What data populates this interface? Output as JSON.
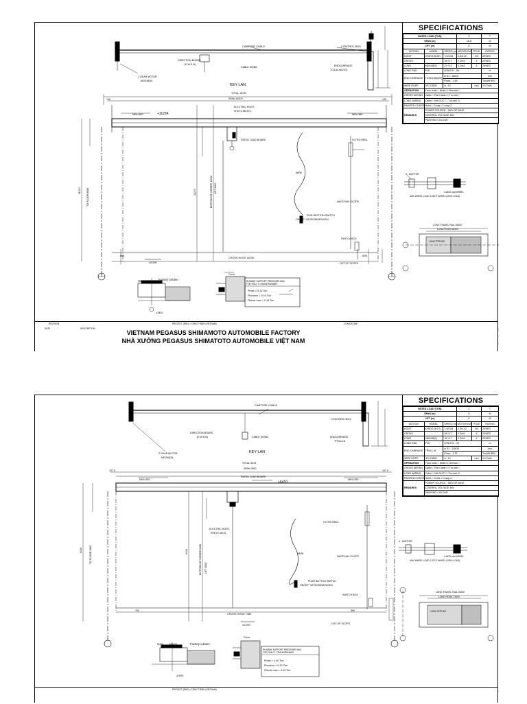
{
  "sheets": [
    {
      "specs": {
        "title": "SPECIFICATIONS",
        "rated_load": {
          "label": "RATED LOAD (TON)",
          "value": "3",
          "unit": "T"
        },
        "span": {
          "label": "SPAN (m)",
          "value": "18.6",
          "unit": "M"
        },
        "lift": {
          "label": "LIFT (m)",
          "value": "6",
          "unit": "M"
        },
        "motion_head": [
          "MOTION",
          "MODEL",
          "SPEED (m/min)",
          "MOTOR KW/RPM",
          "POLE",
          "RATING"
        ],
        "motions": [
          [
            "HOIST",
            "KHEY2.5KHD",
            "7.0/0.84",
            "3.3/0.42",
            "4/4",
            "25%ED"
          ],
          [
            "CROSS",
            "",
            "18~5.7",
            "0.34x1",
            "4",
            "25%ED"
          ],
          [
            "LONG",
            "MDG48(S)",
            "21~5.3",
            "0.34x2",
            "4",
            "25%ED"
          ]
        ],
        "long_rail": {
          "label": "LONG RAIL",
          "model": "P18",
          "length": "LENGTH : 84",
          "unit": "m"
        },
        "end_carriage": {
          "label": "END CARRIAGE",
          "model": "TCS18-38(220)",
          "dia": "ø D1 : 160x0",
          "unit": "mm",
          "pmax": "Pmax : 1.65",
          "pmax_unit": "Ton/WHEEL"
        },
        "wire_rope": {
          "label": "WIRE ROPE",
          "model": "JIS G3525",
          "dia": "ø : 10",
          "unit": "mm",
          "fold": "2/1 Falls"
        },
        "operation": {
          "label": "OPERATION",
          "options": "From hoist □   Mobil ☑   Remote □"
        },
        "cross_wiring": {
          "label": "CROSS WIRING",
          "options": "Cable □   Flat Cable ☑   Tro-reel □"
        },
        "long_wiring": {
          "label": "LONG WIRING",
          "options": "Cable □   NH-DUCT □   Tro-reel ☑"
        },
        "painted": {
          "label": "PAINTED CONTROL",
          "options": "Hoist □   Cross ☑   Long ☑"
        },
        "remarks": {
          "label": "REMARKS",
          "lines": [
            "POWER SOURCE : 380V-3P-50HZ",
            "CONTROL VOLTAGE 48V",
            "PAINTING COLOUR"
          ]
        }
      },
      "labels": {
        "cabtyre": "CABTYRE CABLE",
        "control_box": "CONTROL BOX",
        "direction_board": "DIRECTION BOARD",
        "direction_board_sub": "(E.W.S.N)",
        "cable_mobil": "CABLE MOBIL",
        "endcarriage": "ENDCARRIAGE",
        "endcarriage_model": "TCS18-38(220)",
        "gear_motor": "2 GEAR MOTOR",
        "gear_motor_model": "MDG48(S)",
        "key_lan": "KEY LAN",
        "total": "TOTAL 18700",
        "span": "SPAN 18300",
        "min_left": "MIN=380",
        "min_right": "MIN=380",
        "level": "+11224",
        "electric_hoist": "ELECTRIC HOIST",
        "electric_hoist_model": "KHEY2.5KHCS",
        "rated_load_board": "RATED LOAD BOARD",
        "hi_tro_reel": "HI-TRO REEL",
        "wire": "WIRE",
        "nagoyaki": "NAGOYAKI SCOPE",
        "push_button": "PUSH BUTTON SWITCH",
        "push_button_sub": "ON/OFF /UP/DOWN/E/W/S/N",
        "switch_box": "SWITCH BOX",
        "cross_hook": "CROSS HOOK 16750",
        "out_of_scope": "OUT OF SCOPE",
        "zero": "±0.000",
        "to_floor": "TO FLOOR 9888",
        "bottom_girder": "BOTTOM OF GIRDER 10038",
        "lift": "LIFT 9000",
        "height_total": "11224",
        "dim_660": "660",
        "dim_1505": "1505",
        "dim_145_left": "145",
        "dim_145_right": "145",
        "buffer": "4 - BUFFER",
        "wheel_note": "4-ø160 cold WHEEL",
        "wheel_load": "MAX WHEEL LOAD 1.65T/1 WHEEL (100% LOAD)",
        "long_travel_rail": "LONG TRAVEL RAIL 84300",
        "long_hook": "LONG HOOK 82200",
        "long_stroke": "LONG STROKE",
        "factory_column": "Factory column",
        "m_label": "M600.M500",
        "anchor": "4-M20",
        "support_title": "RUNWAY SUPPORT PRESSURE MAX",
        "support_sub": "FOR ONLY 1 CRANE/RUNWAY",
        "p_max": "Pmax = 5.10 Ton",
        "p_h": "Phorizon = 0.24 Ton",
        "p_s": "Pblock max = 0.19 Ton",
        "force": "Force"
      },
      "title_block": {
        "project_cap": "PROJECT (ENG) / CÔNG TRÌNH (VIETNAM)",
        "line1": "VIETNAM PEGASUS SHIMAMOTO AUTOMOBILE FACTORY",
        "line2": "NHÀ XƯỞNG PEGASUS SHIMATOTO AUTOMOBILE VIỆT NAM",
        "consultant": "CONSULTANT",
        "revision": "REVISION",
        "date": "DATE",
        "desc": "DESCRIPTION"
      }
    },
    {
      "specs": {
        "title": "SPECIFICATIONS",
        "rated_load": {
          "label": "RATED LOAD (TON)",
          "value": "2",
          "unit": "T"
        },
        "span": {
          "label": "SPAN (m)",
          "value": "9",
          "unit": "M"
        },
        "lift": {
          "label": "LIFT (m)",
          "value": "6",
          "unit": "M"
        },
        "motion_head": [
          "MOTION",
          "MODEL",
          "SPEED (m/min)",
          "MOTOR KW/RPM",
          "POLE",
          "RATING"
        ],
        "motions": [
          [
            "HOIST",
            "KHEY2.0KCS",
            "7.0/0.84",
            "3.3/0.42",
            "4/4",
            "25%ED"
          ],
          [
            "CROSS",
            "",
            "18~5.7",
            "0.34x1",
            "4",
            "25%ED"
          ],
          [
            "LONG",
            "MDG48(S)",
            "18~5.7",
            "0.34x2",
            "4",
            "25%ED"
          ]
        ],
        "long_rail": {
          "label": "LONG RAIL",
          "model": "P15",
          "length": "LENGTH : 24",
          "unit": "m"
        },
        "end_carriage": {
          "label": "END CARRIAGE",
          "model": "TP512-18",
          "dia": "ø D1 : 125/30",
          "unit": "mm",
          "pmax": "Pmax : 1.32",
          "pmax_unit": "Ton/WHEEL"
        },
        "wire_rope": {
          "label": "WIRE ROPE",
          "model": "JIS G3525",
          "dia": "ø : 10",
          "unit": "mm",
          "fold": "2/1 Falls"
        },
        "operation": {
          "label": "OPERATION",
          "options": "From hoist □   Mobil ☑   Remote □"
        },
        "cross_wiring": {
          "label": "CROSS WIRING",
          "options": "Cable □   Flat Cable ☑   Tro-reel □"
        },
        "long_wiring": {
          "label": "LONG WIRING",
          "options": "Cable □   NH-DUCT □   Tro-reel ☑"
        },
        "painted": {
          "label": "PAINTED CONTROL",
          "options": "Hoist □   Cross ☑   Long ☑"
        },
        "remarks": {
          "label": "REMARKS",
          "lines": [
            "POWER SOURCE : 380V-3P-50HZ",
            "CONTROL VOLTAGE 48V",
            "PAINTING COLOUR"
          ]
        }
      },
      "labels": {
        "cabtyre": "CABTYRE CABLE",
        "control_box": "CONTROL BOX",
        "direction_board": "DIRECTION BOARD",
        "direction_board_sub": "(E.W.S.N)",
        "cable_mobil": "CABLE MOBIL",
        "endcarriage": "ENDCARRIAGE",
        "endcarriage_model": "TP512-18",
        "gear_motor": "2 GEAR MOTOR",
        "gear_motor_model": "MDG48(S)",
        "key_lan": "KEY LAN",
        "total": "TOTAL 9215",
        "span": "SPAN 9000",
        "min_left": "MIN=250",
        "min_right": "MIN=250",
        "level": "+6410",
        "electric_hoist": "ELECTRIC HOIST",
        "electric_hoist_model": "KHEY2.0KCS",
        "rated_load_board": "RATED LOAD BOARD",
        "hi_tro_reel": "HI-TRO REEL",
        "wire": "WIRE",
        "nagoyaki": "NAGOYAKI SCOPE",
        "push_button": "PUSH BUTTON SWITCH",
        "push_button_sub": "ON/OFF /UP/DOWN/E/W/S/N",
        "switch_box": "SWITCH BOX",
        "cross_hook": "CROSS HOOK 7480",
        "out_of_scope": "OUT OF SCOPE",
        "zero": "±0.000",
        "to_floor": "TO FLOOR 4865",
        "bottom_girder": "BOTTOM OF GIRDER 5480",
        "lift": "LIFT 5000",
        "height_total": "6410",
        "dim_700": "700",
        "dim_560": "560",
        "dim_107_left": "107.5",
        "dim_107_right": "107.5",
        "buffer": "4 - BUFFER",
        "wheel_note": "4-ø125 cold WHEEL",
        "wheel_load": "MAX WHEEL LOAD 1.32T/1 WHEEL (100% LOAD)",
        "long_travel_rail": "LONG TRAVEL RAIL 24000",
        "long_hook": "LONG HOOK 21000",
        "long_stroke": "LONG STROKE",
        "factory_column": "Factory column",
        "m_label": "M400",
        "m_label2": "M9x20",
        "anchor": "4-M20",
        "support_title": "RUNWAY SUPPORT PRESSURE MAX",
        "support_sub": "FOR ONLY 1 CRANE/RUNWAY",
        "p_max": "Pmax = 4.40 Ton",
        "p_h": "Phorizon = 0.20 Ton",
        "p_s": "Pblock max = 0.29 Ton",
        "force": "Force"
      },
      "title_block": {
        "project_cap": "PROJECT (ENG) / CÔNG TRÌNH (VIETNAM)"
      }
    }
  ]
}
